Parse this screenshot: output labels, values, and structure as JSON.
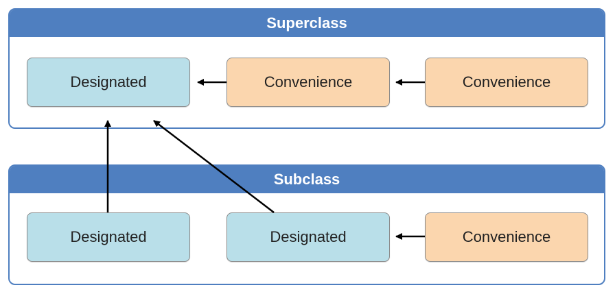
{
  "superclass": {
    "title": "Superclass",
    "nodes": [
      {
        "label": "Designated",
        "kind": "designated"
      },
      {
        "label": "Convenience",
        "kind": "convenience"
      },
      {
        "label": "Convenience",
        "kind": "convenience"
      }
    ]
  },
  "subclass": {
    "title": "Subclass",
    "nodes": [
      {
        "label": "Designated",
        "kind": "designated"
      },
      {
        "label": "Designated",
        "kind": "designated"
      },
      {
        "label": "Convenience",
        "kind": "convenience"
      }
    ]
  },
  "colors": {
    "header": "#4f7fc0",
    "designated": "#b9dfe9",
    "convenience": "#fbd6ae",
    "arrow": "#000000"
  }
}
